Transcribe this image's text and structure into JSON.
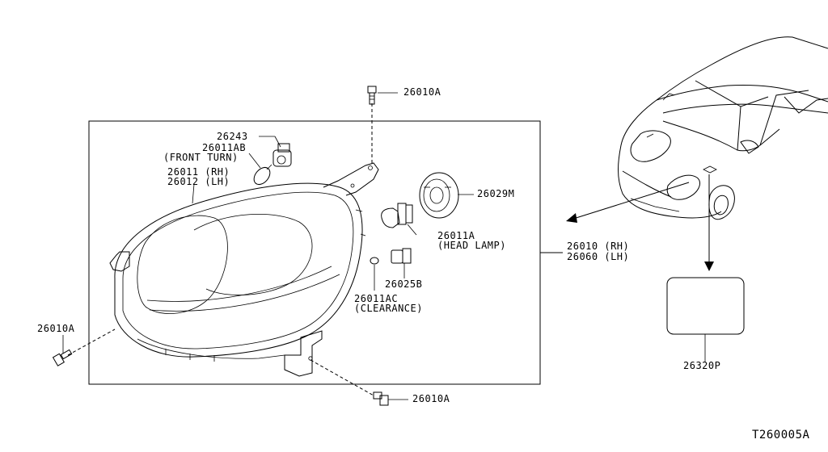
{
  "diagram": {
    "code": "T260005A",
    "labels": {
      "bolt_top": "26010A",
      "bolt_left": "26010A",
      "bolt_bottom": "26010A",
      "socket_front_turn": "26243",
      "bulb_front_turn_no": "26011AB",
      "bulb_front_turn_desc": "(FRONT TURN)",
      "lamp_rh": "26011 (RH)",
      "lamp_lh": "26012 (LH)",
      "cover": "26029M",
      "bulb_head_no": "26011A",
      "bulb_head_desc": "(HEAD LAMP)",
      "socket_clearance": "26025B",
      "bulb_clearance_no": "26011AC",
      "bulb_clearance_desc": "(CLEARANCE)",
      "assy_rh": "26010 (RH)",
      "assy_lh": "26060 (LH)",
      "label_plate": "26320P"
    }
  }
}
